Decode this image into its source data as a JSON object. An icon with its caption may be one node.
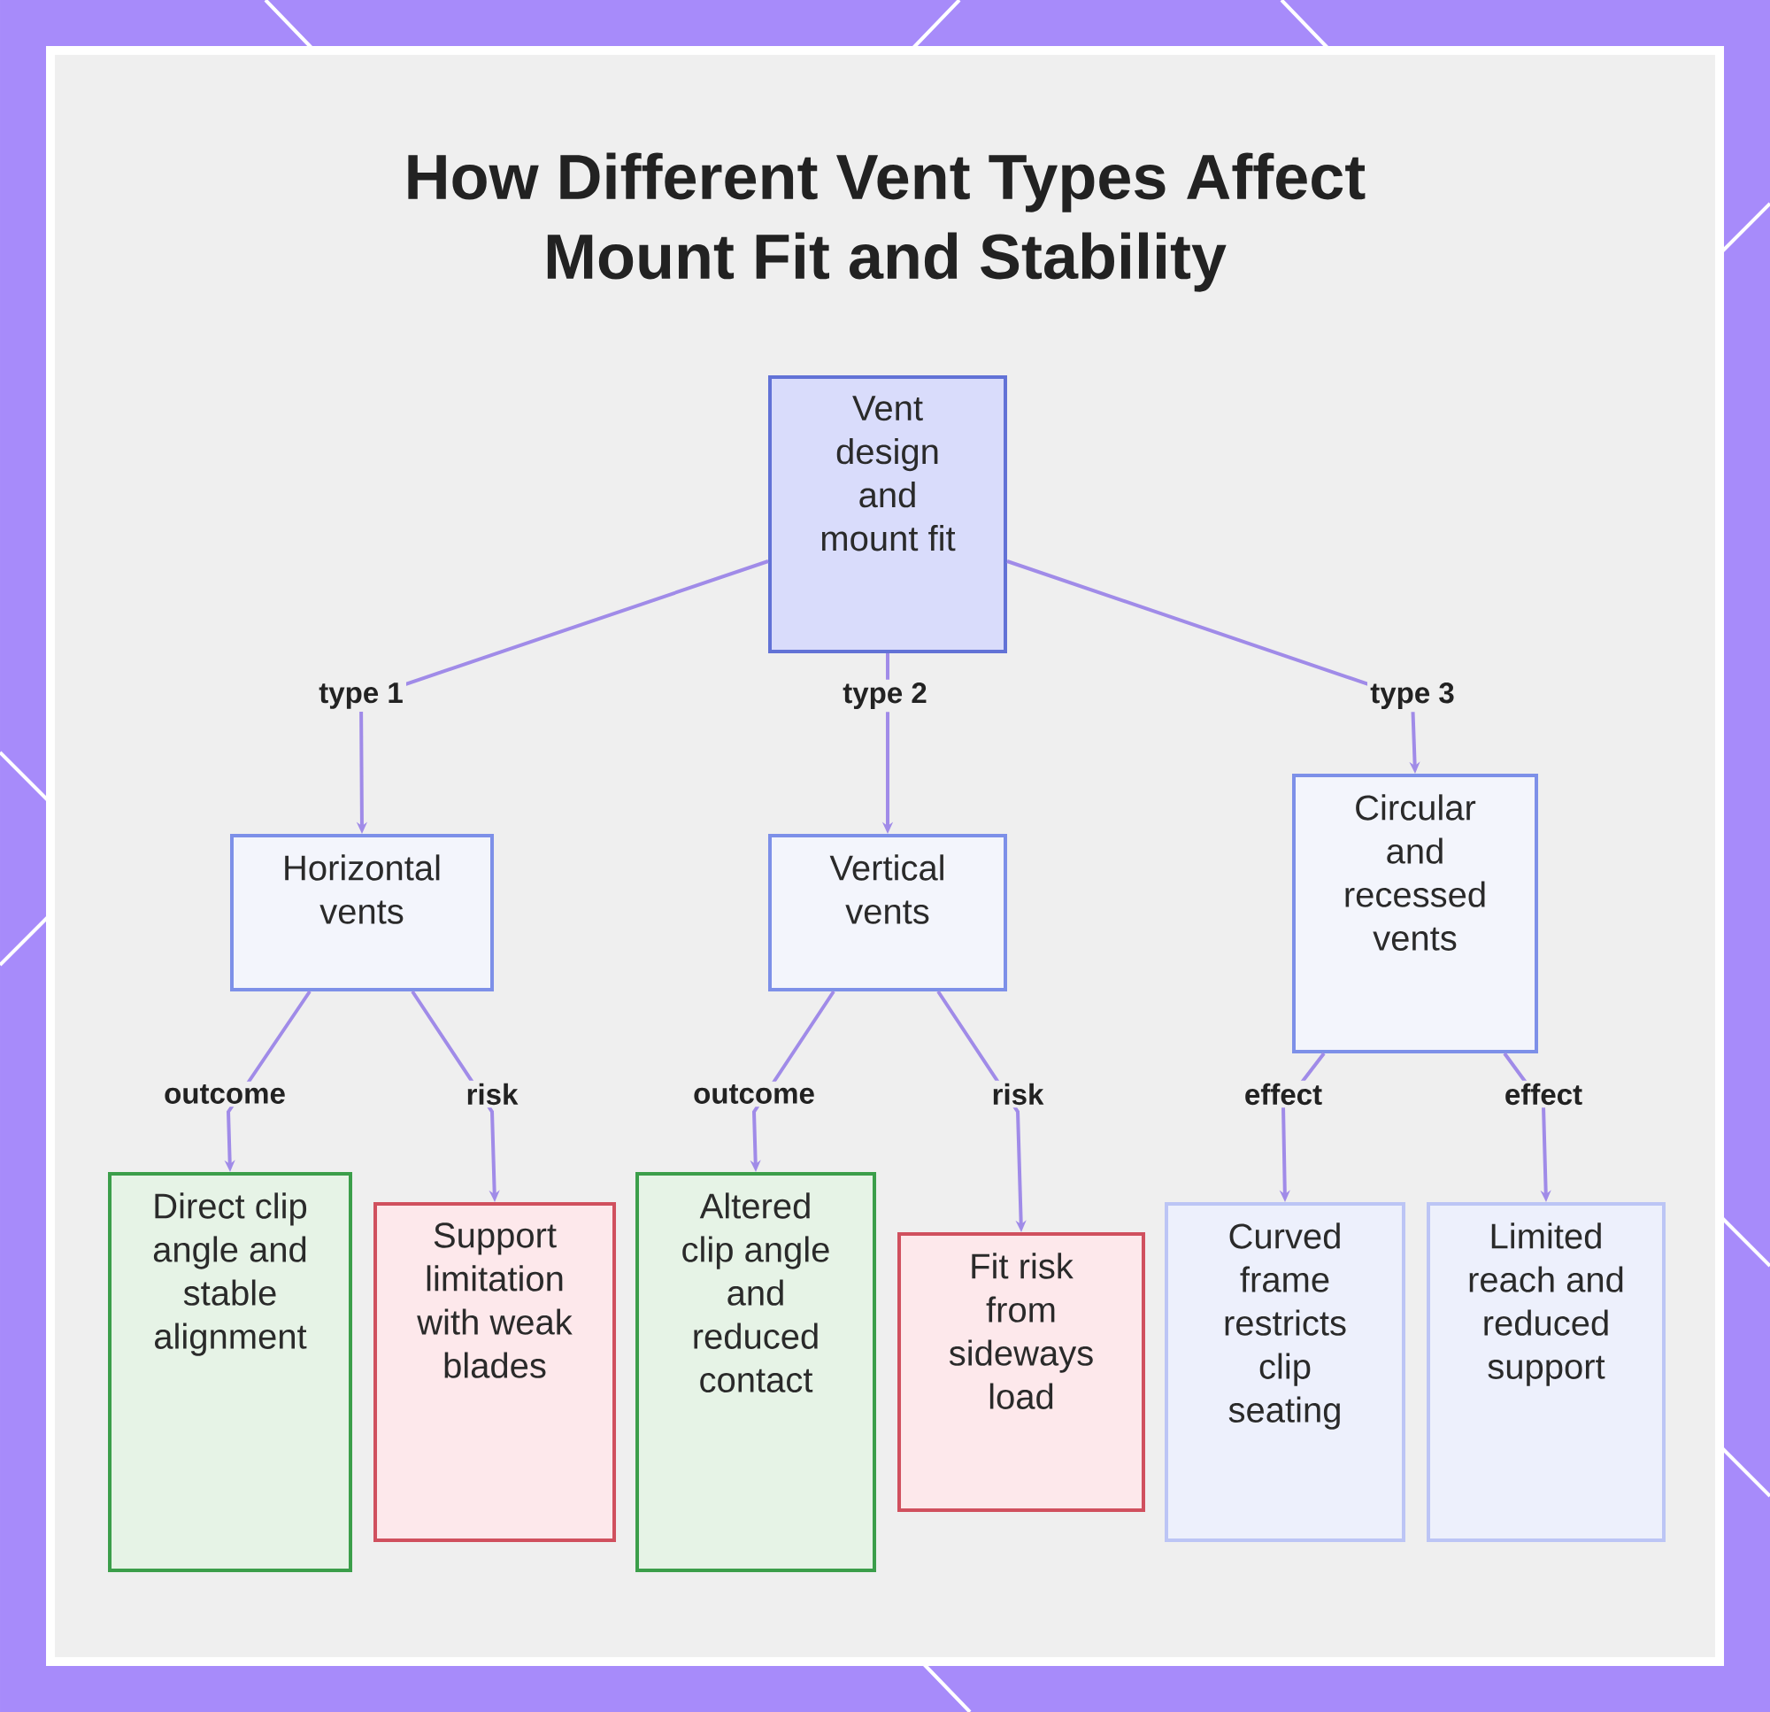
{
  "diagram": {
    "title": "How Different Vent Types Affect Mount Fit and Stability",
    "nodes": [
      {
        "text": [
          "Vent design and mount fit"
        ]
      },
      {
        "text": [
          "Horizontal vents"
        ]
      },
      {
        "text": [
          "Vertical vents"
        ]
      },
      {
        "text": [
          "Circular and recessed vents"
        ]
      },
      {
        "text": [
          "Direct clip angle and stable alignment"
        ]
      },
      {
        "text": [
          "Support limitation with weak blades"
        ]
      },
      {
        "text": [
          "Altered clip angle and reduced contact"
        ]
      },
      {
        "text": [
          "Fit risk from sideways load"
        ]
      },
      {
        "text": [
          "Curved frame restricts clip seating"
        ]
      },
      {
        "text": [
          "Limited reach and reduced support"
        ]
      }
    ],
    "edges": [
      {
        "from": 0,
        "to": 1,
        "arrow": "to",
        "label": "type 1"
      },
      {
        "from": 0,
        "to": 2,
        "arrow": "to",
        "label": "type 2"
      },
      {
        "from": 0,
        "to": 3,
        "arrow": "to",
        "label": "type 3"
      },
      {
        "from": 1,
        "to": 4,
        "arrow": "to",
        "label": "outcome"
      },
      {
        "from": 1,
        "to": 5,
        "arrow": "to",
        "label": "risk"
      },
      {
        "from": 2,
        "to": 6,
        "arrow": "to",
        "label": "outcome"
      },
      {
        "from": 2,
        "to": 7,
        "arrow": "to",
        "label": "risk"
      },
      {
        "from": 3,
        "to": 8,
        "arrow": "to",
        "label": "effect"
      },
      {
        "from": 3,
        "to": 9,
        "arrow": "to",
        "label": "effect"
      }
    ]
  }
}
